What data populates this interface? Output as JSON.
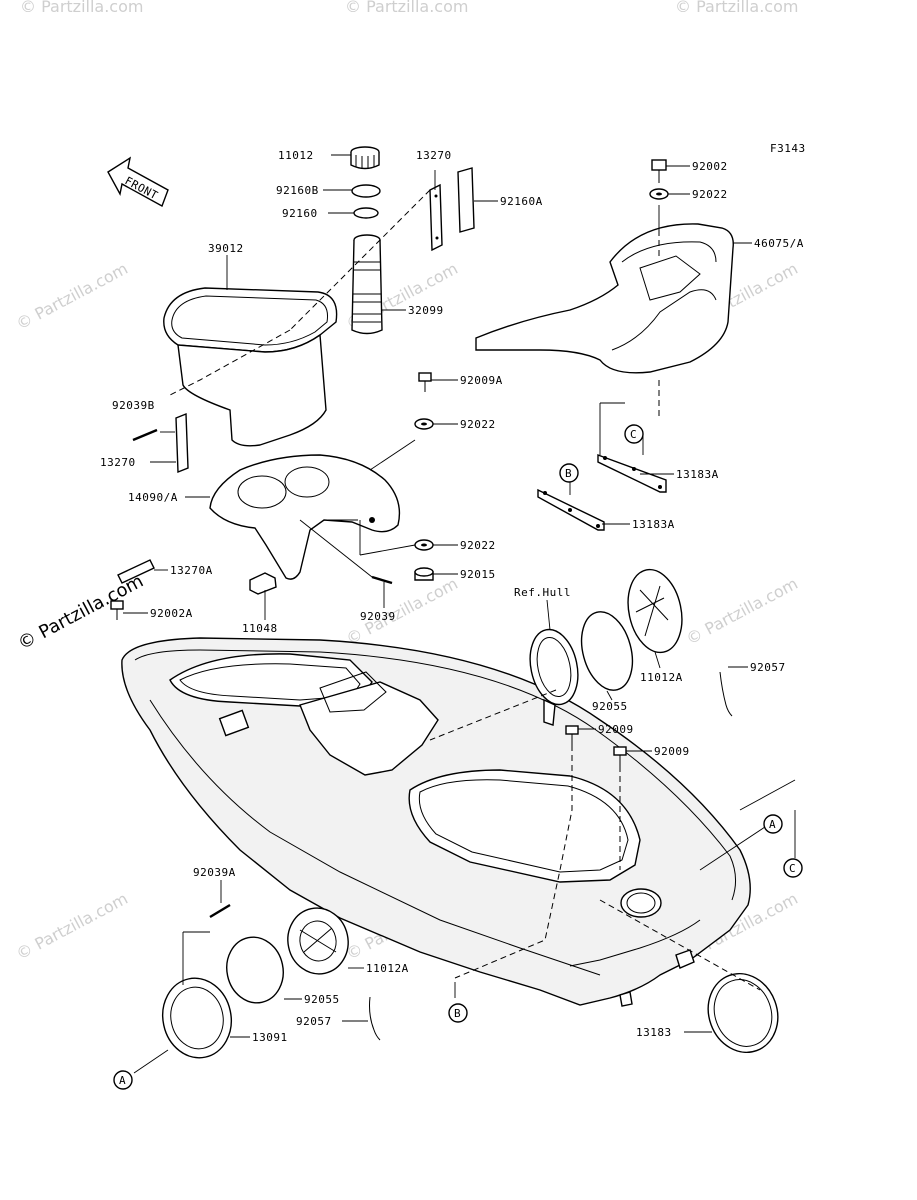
{
  "figure_code": "F3143",
  "watermark_text": "© Partzilla.com",
  "watermark_main": "© Partzilla.com",
  "front_arrow_label": "FRONT",
  "ref_label": "Ref.Hull",
  "callouts": {
    "a": "A",
    "b": "B",
    "c": "C"
  },
  "labels": {
    "l11012": "11012",
    "l92160B": "92160B",
    "l92160": "92160",
    "l13270_top": "13270",
    "l92160A": "92160A",
    "l39012": "39012",
    "l32099": "32099",
    "l92002": "92002",
    "l92022_top": "92022",
    "l46075A": "46075/A",
    "l92009A": "92009A",
    "l92039B": "92039B",
    "l92022_mid": "92022",
    "l13270_left": "13270",
    "l13183A_c": "13183A",
    "l14090A": "14090/A",
    "l13183A_b": "13183A",
    "l92022_low": "92022",
    "l92015": "92015",
    "l13270A": "13270A",
    "l92002A": "92002A",
    "l92039": "92039",
    "l11048": "11048",
    "l11012A_r": "11012A",
    "l92057_r": "92057",
    "l92055_r": "92055",
    "l92009_a": "92009",
    "l92009_b": "92009",
    "l92039A": "92039A",
    "l11012A_l": "11012A",
    "l92055_l": "92055",
    "l92057_l": "92057",
    "l13091": "13091",
    "l13183": "13183"
  }
}
